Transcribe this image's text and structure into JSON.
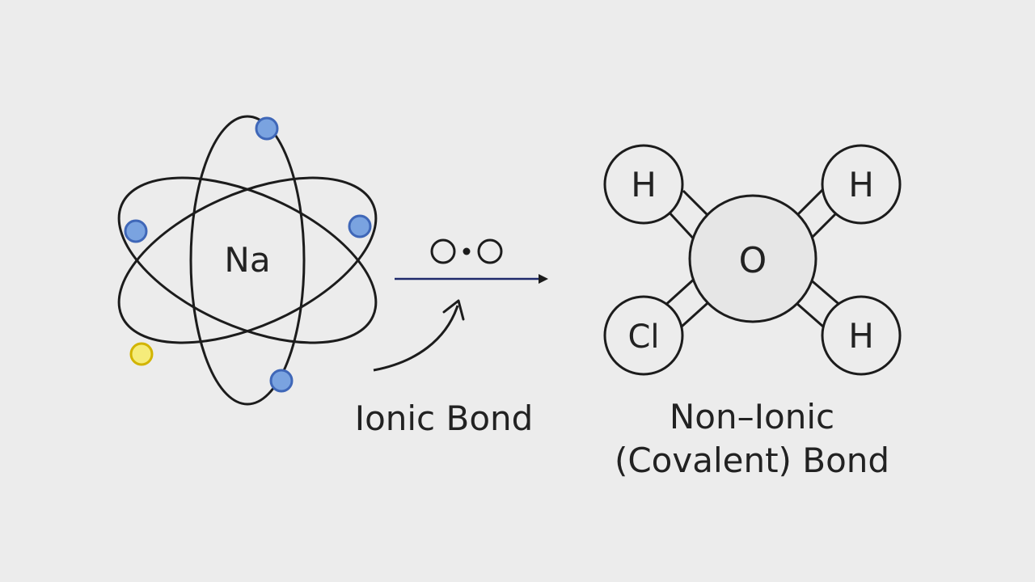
{
  "atom": {
    "symbol": "Na"
  },
  "ionic": {
    "label": "Ionic Bond"
  },
  "molecule": {
    "center": "O",
    "top_left": "H",
    "top_right": "H",
    "bottom_left": "Cl",
    "bottom_right": "H"
  },
  "covalent": {
    "label_line1": "Non–Ionic",
    "label_line2": "(Covalent) Bond"
  },
  "colors": {
    "background": "#ececec",
    "stroke": "#1c1c1c",
    "electron_blue": "#7aa3e0",
    "electron_blue_edge": "#3f67b8",
    "electron_yellow": "#f5ec7a",
    "electron_yellow_edge": "#d2b400",
    "arrow_line": "#1f2a6b",
    "atom_fill": "#e6e6e6"
  }
}
